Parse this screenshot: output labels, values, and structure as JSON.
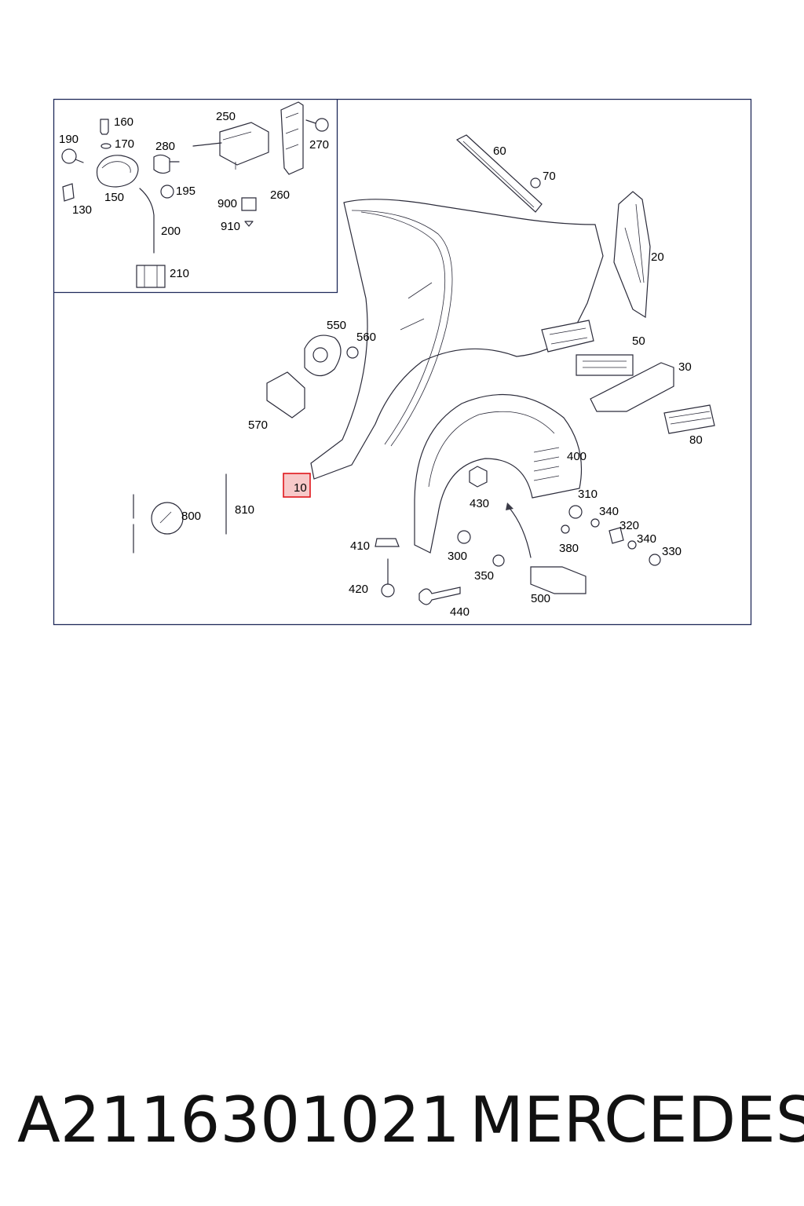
{
  "callouts": [
    {
      "id": "190",
      "text": "190"
    },
    {
      "id": "160",
      "text": "160"
    },
    {
      "id": "170",
      "text": "170"
    },
    {
      "id": "250",
      "text": "250"
    },
    {
      "id": "280",
      "text": "280"
    },
    {
      "id": "270",
      "text": "270"
    },
    {
      "id": "150",
      "text": "150"
    },
    {
      "id": "195",
      "text": "195"
    },
    {
      "id": "130",
      "text": "130"
    },
    {
      "id": "900",
      "text": "900"
    },
    {
      "id": "260",
      "text": "260"
    },
    {
      "id": "910",
      "text": "910"
    },
    {
      "id": "200",
      "text": "200"
    },
    {
      "id": "210",
      "text": "210"
    },
    {
      "id": "60",
      "text": "60"
    },
    {
      "id": "70",
      "text": "70"
    },
    {
      "id": "20",
      "text": "20"
    },
    {
      "id": "550",
      "text": "550"
    },
    {
      "id": "560",
      "text": "560"
    },
    {
      "id": "50",
      "text": "50"
    },
    {
      "id": "30",
      "text": "30"
    },
    {
      "id": "570",
      "text": "570"
    },
    {
      "id": "80",
      "text": "80"
    },
    {
      "id": "400",
      "text": "400"
    },
    {
      "id": "10",
      "text": "10"
    },
    {
      "id": "430",
      "text": "430"
    },
    {
      "id": "310",
      "text": "310"
    },
    {
      "id": "810",
      "text": "810"
    },
    {
      "id": "340a",
      "text": "340"
    },
    {
      "id": "800",
      "text": "800"
    },
    {
      "id": "320",
      "text": "320"
    },
    {
      "id": "340b",
      "text": "340"
    },
    {
      "id": "410",
      "text": "410"
    },
    {
      "id": "380",
      "text": "380"
    },
    {
      "id": "330",
      "text": "330"
    },
    {
      "id": "300",
      "text": "300"
    },
    {
      "id": "350",
      "text": "350"
    },
    {
      "id": "420",
      "text": "420"
    },
    {
      "id": "500",
      "text": "500"
    },
    {
      "id": "440",
      "text": "440"
    }
  ],
  "highlighted_part": "10",
  "colors": {
    "frame": "#1f2a5a",
    "highlight": "#e0161b",
    "highlight_fill": "#f7c9c9"
  },
  "footer": {
    "part_number": "A2116301021",
    "brand": "MERCEDES"
  }
}
